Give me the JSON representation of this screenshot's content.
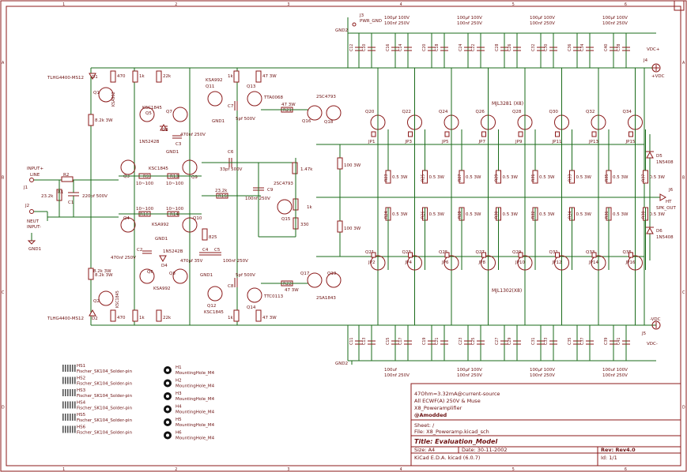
{
  "frame": {
    "cols": [
      "1",
      "2",
      "3",
      "4",
      "5",
      "6"
    ],
    "rows": [
      "A",
      "B",
      "C",
      "D"
    ]
  },
  "title_block": {
    "notes": [
      "47Ohm=3.32mA@current-source",
      "All ECWF(A) 250V & Muse",
      "X8_Poweramplifier",
      "@Amodded"
    ],
    "sheet": "Sheet: /",
    "file": "File: X8_Poweramp.kicad_sch",
    "title": "Title: Evaluation_Model",
    "size": "Size: A4",
    "date": "Date: 30-11-2002",
    "rev": "Rev: Rev4.0",
    "tool": "KiCad E.D.A.  kicad (6.0.7)",
    "id": "Id: 1/1"
  },
  "heatsinks": [
    {
      "ref": "HS1",
      "value": "Fischer_SK104_Solder-pin"
    },
    {
      "ref": "HS2",
      "value": "Fischer_SK104_Solder-pin"
    },
    {
      "ref": "HS3",
      "value": "Fischer_SK104_Solder-pin"
    },
    {
      "ref": "HS4",
      "value": "Fischer_SK104_Solder-pin"
    },
    {
      "ref": "HS5",
      "value": "Fischer_SK104_Solder-pin"
    },
    {
      "ref": "HS6",
      "value": "Fischer_SK104_Solder-pin"
    }
  ],
  "holes": [
    {
      "ref": "H1",
      "value": "MountingHole_M4"
    },
    {
      "ref": "H2",
      "value": "MountingHole_M4"
    },
    {
      "ref": "H3",
      "value": "MountingHole_M4"
    },
    {
      "ref": "H4",
      "value": "MountingHole_M4"
    },
    {
      "ref": "H5",
      "value": "MountingHole_M4"
    },
    {
      "ref": "H6",
      "value": "MountingHole_M4"
    }
  ],
  "connectors": {
    "j1": "J1",
    "j1_label": "INPUT+",
    "j1_label2": "LINE",
    "j2": "J2",
    "j2_label": "NEUT",
    "j2_label2": "INPUT-",
    "j3": "J3",
    "j3_label": "PWR_GND",
    "j4": "J4",
    "j4_label": "VDC+",
    "j4_label2": "+VDC",
    "j5": "J5",
    "j5_label": "-VDC",
    "j5_label2": "VDC-",
    "j6": "J6",
    "j6_label": "HT",
    "j6_label2": "SPK_OUT",
    "gnd1": "GND1",
    "gnd2": "GND2"
  },
  "top_caps": {
    "labels": [
      "C12",
      "C16",
      "C20",
      "C24",
      "C28",
      "C32",
      "C36",
      "C40"
    ],
    "lower": [
      "C10",
      "C14",
      "C18",
      "C22",
      "C26",
      "C30",
      "C34",
      "C38"
    ],
    "values": [
      {
        "a": "100µf 100V",
        "b": "100nf 250V"
      },
      {
        "a": "100µf 100V",
        "b": "100nf 250V"
      },
      {
        "a": "100µf 100V",
        "b": "100nf 250V"
      },
      {
        "a": "100µf 100V",
        "b": "100nf 250V"
      }
    ]
  },
  "bottom_caps": {
    "labels": [
      "C11",
      "C15",
      "C19",
      "C23",
      "C27",
      "C31",
      "C35",
      "C39"
    ],
    "lower": [
      "C13",
      "C17",
      "C21",
      "C25",
      "C29",
      "C33",
      "C37",
      "C41"
    ],
    "values": [
      {
        "a": "100uf",
        "b": "100nf 250V"
      },
      {
        "a": "100µf 100V",
        "b": "100nf 250V"
      },
      {
        "a": "100µf 100V",
        "b": "100nf 250V"
      },
      {
        "a": "100uf 100V",
        "b": "100nf 250V"
      }
    ]
  },
  "out_top": {
    "group": "MJL3281 (X8)",
    "q": [
      "Q20",
      "Q22",
      "Q24",
      "Q26",
      "Q28",
      "Q30",
      "Q32",
      "Q34"
    ],
    "jp": [
      "JP1",
      "JP3",
      "JP5",
      "JP7",
      "JP9",
      "JP11",
      "JP13",
      "JP15"
    ],
    "r": [
      "R23",
      "R25",
      "R27",
      "R29",
      "R31",
      "R33",
      "R35",
      "R37"
    ],
    "rv": "0.5 3W"
  },
  "out_bot": {
    "group": "MJL1302(X8)",
    "q": [
      "Q21",
      "Q23",
      "Q25",
      "Q27",
      "Q29",
      "Q31",
      "Q33",
      "Q35"
    ],
    "jp": [
      "JP2",
      "JP4",
      "JP6",
      "JP8",
      "JP10",
      "JP12",
      "JP14",
      "JP16"
    ],
    "r": [
      "R24",
      "R26",
      "R28",
      "R30",
      "R32",
      "R34",
      "R36",
      "R38"
    ],
    "rv": "0.5 3W"
  },
  "parts": {
    "d1": "D1",
    "d1v": "TLHG4400-MS12",
    "r470a": "470",
    "d2": "D2",
    "d2v": "TLHG4400-MS12",
    "r470b": "470",
    "q1": "Q1",
    "q1v": "KSA992",
    "q2": "Q2",
    "q2v": "KSC1845",
    "r82a": "8.2k 3W",
    "r82b": "8.2k 3W",
    "r82c": "8.2k 3W",
    "r82d": "8.2k 3W",
    "r1ka": "1k",
    "r22ka": "22k",
    "r1kb": "1k",
    "r22kb": "22k",
    "q5": "Q5",
    "q7": "Q7",
    "q5g": "KSC1845",
    "d3": "D3",
    "d3v": "1N5242B",
    "c3": "C3",
    "c3v": "470nf 250V",
    "q11": "Q11",
    "q11v": "KSA992",
    "q13": "Q13",
    "q13v": "TTA0068",
    "r47a": "47 3W",
    "r1kc": "1k",
    "c7": "C7",
    "c7v": "5pf 500V",
    "r21": "R21",
    "r21v": "47 3W",
    "q16": "Q16",
    "q18": "Q18",
    "q18v": "2SC4793",
    "q3": "Q3",
    "q9": "Q9",
    "q39": "KSC1845",
    "r9": "R9",
    "r13": "R13",
    "r10100a": "10~100",
    "r10100b": "10~100",
    "r10": "R10",
    "r14": "R14",
    "r10100c": "10~100",
    "r10100d": "10~100",
    "q4": "Q4",
    "q10": "Q10",
    "q410": "KSA992",
    "c6": "C6",
    "c6v": "33pf 500V",
    "r2": "R2",
    "r1": "R1",
    "r1v": "23.2k",
    "c1": "C1",
    "c1v": "220pf 500V",
    "r16": "R16",
    "r16v": "23.2k",
    "c9": "C9",
    "c9v": "100nf 250V",
    "q15": "Q15",
    "q15v": "2SC4793",
    "r147k": "1.47k",
    "r1kp": "1k",
    "r330": "330",
    "r25": "825",
    "gnd_c": "GND1",
    "c2": "C2",
    "c2v": "470nf 250V",
    "d4": "D4",
    "d4v": "1N5242B",
    "c4": "C4",
    "c4v": "470µf 35V",
    "c5": "C5",
    "c5v": "100nf 250V",
    "q6": "Q6",
    "q8": "Q8",
    "q68": "KSA992",
    "c8": "C8",
    "c8v": "5pf 500V",
    "q12": "Q12",
    "q12v": "KSC1845",
    "q14": "Q14",
    "q14v": "TTC0113",
    "r22": "R22",
    "r22v": "47 3W",
    "r47b": "47 3W",
    "q17": "Q17",
    "q19": "Q19",
    "q19v": "2SA1843",
    "r100a": "100 3W",
    "r100b": "100 3W",
    "d5": "D5",
    "d5v": "1N5408",
    "d6": "D6",
    "d6v": "1N5408"
  }
}
